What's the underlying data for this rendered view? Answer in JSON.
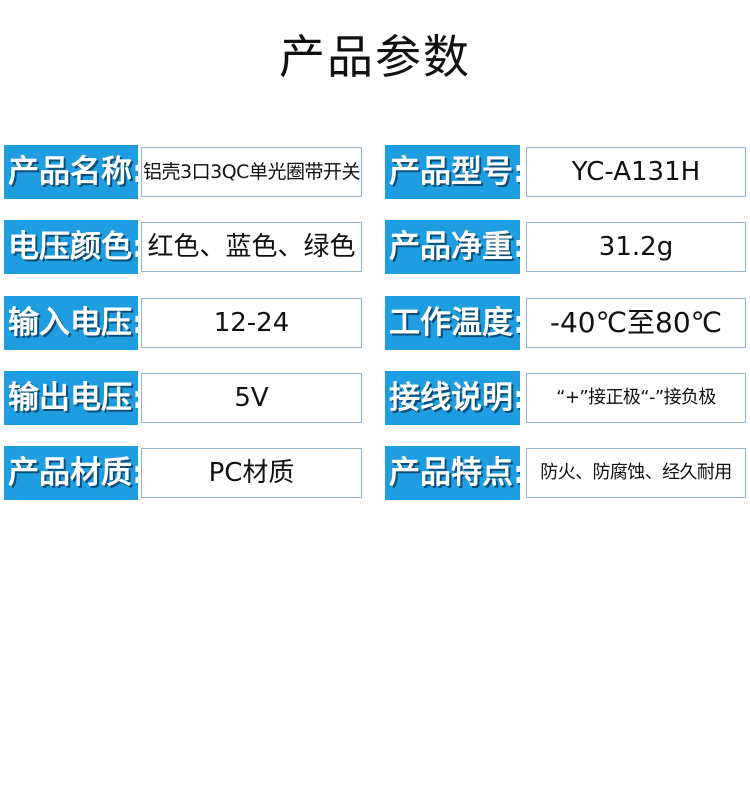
{
  "title": "产品参数",
  "rows": [
    {
      "left": {
        "label": "产品名称:",
        "value": "铝壳3口3QC单光圈带开关"
      },
      "right": {
        "label": "产品型号:",
        "value": "YC-A131H"
      }
    },
    {
      "left": {
        "label": "电压颜色:",
        "value": "红色、蓝色、绿色"
      },
      "right": {
        "label": "产品净重:",
        "value": "31.2g"
      }
    },
    {
      "left": {
        "label": "输入电压:",
        "value": "12-24"
      },
      "right": {
        "label": "工作温度:",
        "value": "-40℃至80℃"
      }
    },
    {
      "left": {
        "label": "输出电压:",
        "value": "5V"
      },
      "right": {
        "label": "接线说明:",
        "value": "“+”接正极“-”接负极"
      }
    },
    {
      "left": {
        "label": "产品材质:",
        "value": "PC材质"
      },
      "right": {
        "label": "产品特点:",
        "value": "防火、防腐蚀、经久耐用"
      }
    }
  ],
  "colors": {
    "label_bg": "#1e9ee0",
    "label_text": "#ffffff",
    "value_border": "#8fb6cf",
    "value_text": "#111111"
  }
}
